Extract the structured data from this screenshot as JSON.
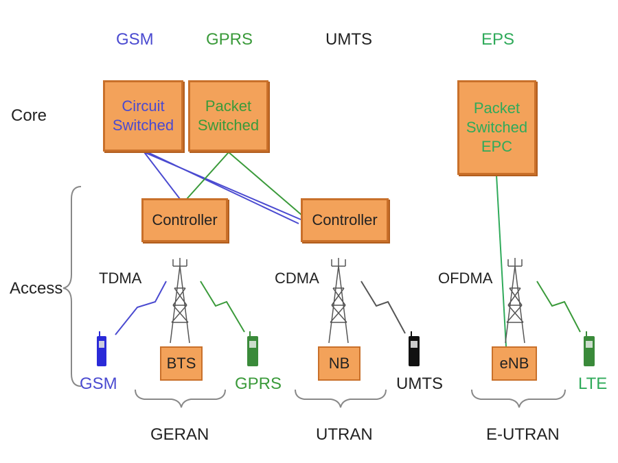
{
  "headers": {
    "gsm": "GSM",
    "gprs": "GPRS",
    "umts": "UMTS",
    "eps": "EPS"
  },
  "layers": {
    "core": "Core",
    "access": "Access"
  },
  "core_boxes": {
    "circuit": [
      "Circuit",
      "Switched"
    ],
    "packet": [
      "Packet",
      "Switched"
    ],
    "epc": [
      "Packet",
      "Switched",
      "EPC"
    ]
  },
  "controllers": {
    "left": "Controller",
    "right": "Controller"
  },
  "air_interfaces": {
    "tdma": "TDMA",
    "cdma": "CDMA",
    "ofdma": "OFDMA"
  },
  "base_stations": {
    "bts": "BTS",
    "nb": "NB",
    "enb": "eNB"
  },
  "terminals": {
    "gsm": "GSM",
    "gprs": "GPRS",
    "umts": "UMTS",
    "lte": "LTE"
  },
  "ran_groups": {
    "geran": "GERAN",
    "utran": "UTRAN",
    "eutran": "E-UTRAN"
  },
  "colors": {
    "gsm": "#4a4ad0",
    "gprs": "#3a9a3a",
    "umts": "#222222",
    "lte": "#2faa5a",
    "box_fill": "#f3a25a",
    "box_border": "#c9702a"
  }
}
